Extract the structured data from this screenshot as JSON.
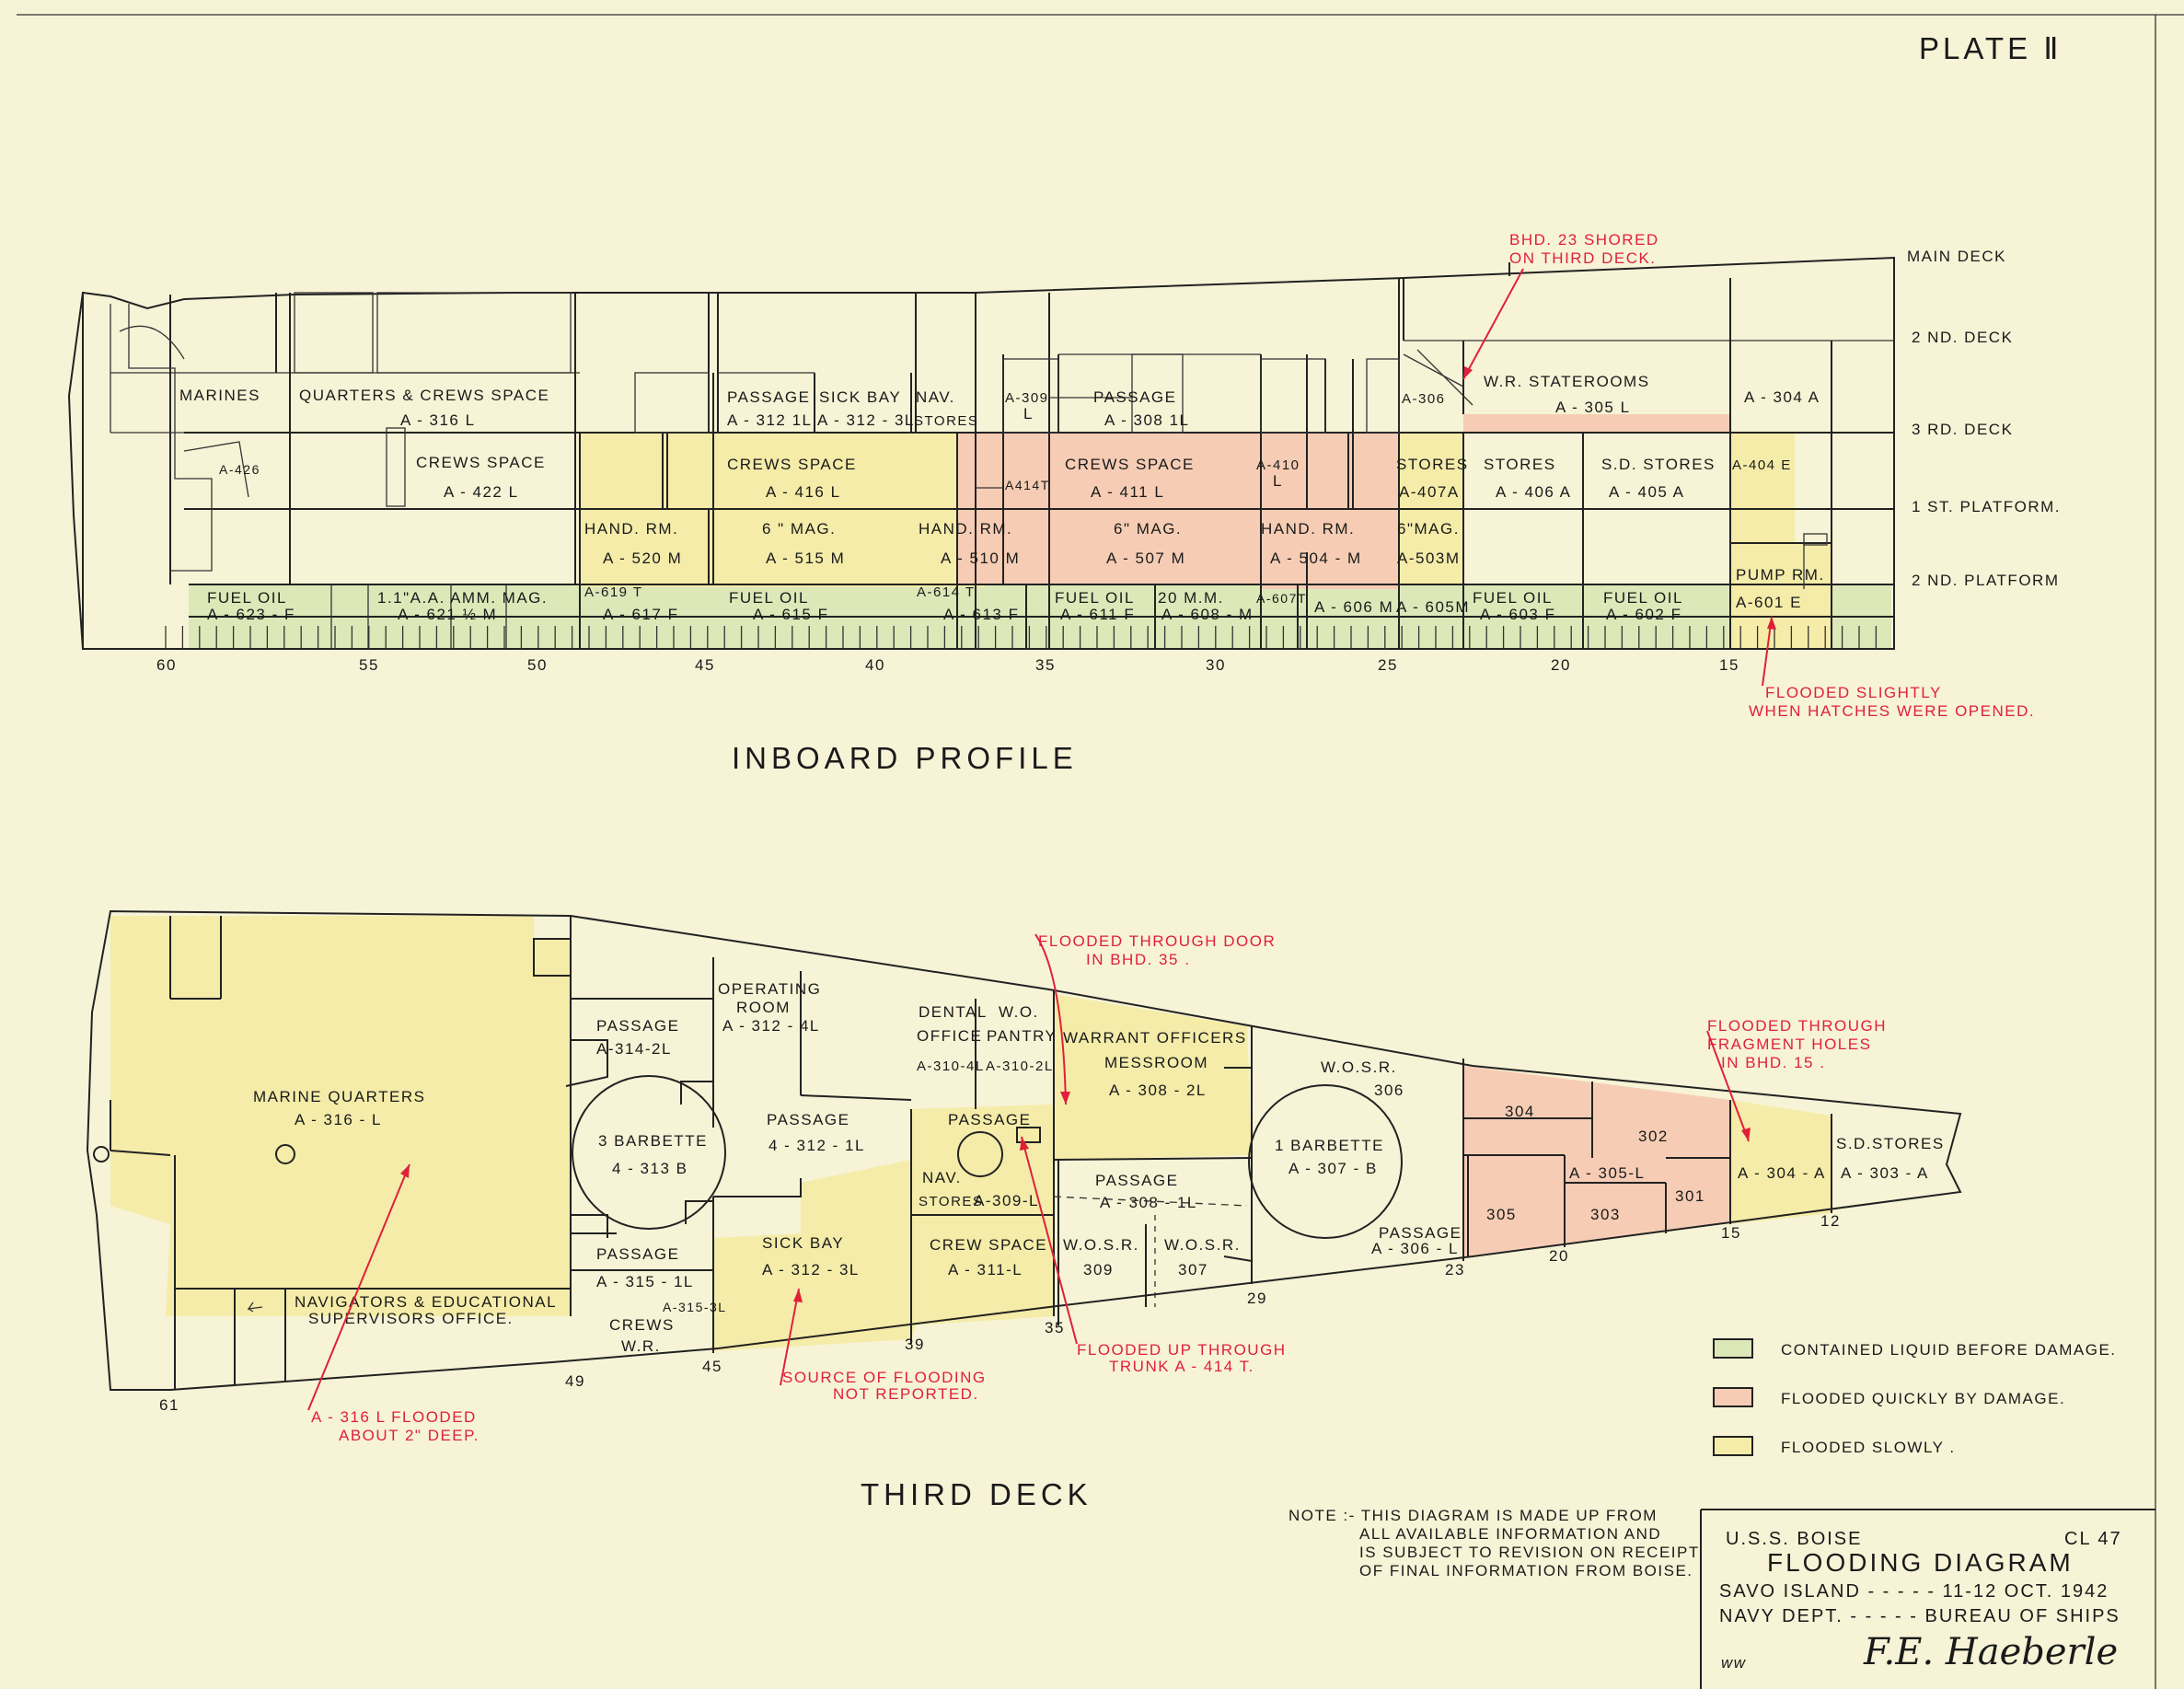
{
  "plate": "PLATE Ⅱ",
  "colors": {
    "paper": "#f7f3d6",
    "contained_liquid": "#dce8b8",
    "flooded_quickly": "#f6cdb4",
    "flooded_slowly": "#f4eca8",
    "annotation_red": "#e0203a"
  },
  "inboard_profile": {
    "title": "INBOARD PROFILE",
    "deck_labels": [
      "MAIN DECK",
      "2 ND. DECK",
      "3 RD. DECK",
      "1 ST. PLATFORM.",
      "2 ND. PLATFORM"
    ],
    "frame_numbers": [
      "60",
      "55",
      "50",
      "45",
      "40",
      "35",
      "30",
      "25",
      "20",
      "15"
    ],
    "rooms": {
      "marines": "MARINES",
      "quarters_crews_space": "QUARTERS & CREWS SPACE",
      "a316l": "A - 316 L",
      "crews_space_422": "CREWS SPACE",
      "a422l": "A - 422 L",
      "a426": "A-426",
      "passage_312": "PASSAGE",
      "a3121l": "A - 312 1L",
      "sick_bay": "SICK BAY",
      "a3123l": "A - 312 - 3L",
      "nav": "NAV.",
      "stores": "STORES",
      "crews_space_416": "CREWS   SPACE",
      "a416l": "A - 416 L",
      "a309": "A-309",
      "l309": "L",
      "a414t": "A414T",
      "passage_308": "PASSAGE",
      "a3081l": "A - 308 1L",
      "crews_space_411": "CREWS   SPACE",
      "a411l": "A - 411 L",
      "a410": "A-410",
      "l410": "L",
      "a306": "A-306",
      "wr_staterooms": "W.R. STATEROOMS",
      "a305l": "A - 305 L",
      "a304a": "A - 304 A",
      "stores_407": "STORES",
      "a407a": "A-407A",
      "stores_406": "STORES",
      "a406a": "A - 406 A",
      "sd_stores": "S.D. STORES",
      "a405a": "A - 405 A",
      "a404e": "A-404 E",
      "hand_rm_1": "HAND.   RM.",
      "a520m": "A - 520 M",
      "mag_515": "6 \" MAG.",
      "a515m": "A - 515 M",
      "hand_rm_2": "HAND.   RM.",
      "a510m": "A - 510 M",
      "mag_507": "6\" MAG.",
      "a507m": "A - 507 M",
      "hand_rm_3": "HAND.   RM.",
      "a504m": "A - 504 - M",
      "mag_503": "6\"MAG.",
      "a503m": "A-503M",
      "pump_rm": "PUMP RM.",
      "a601e": "A-601 E",
      "fuel_oil_623": "FUEL   OIL",
      "a623f": "A - 623 - F",
      "aa_mag": "1.1\"A.A. AMM. MAG.",
      "a621m": "A - 621 ½ M",
      "a619t": "A-619 T",
      "a617f": "A - 617 F",
      "fuel_oil_615": "FUEL      OIL",
      "a615f": "A - 615  F",
      "a614t": "A-614 T",
      "a613f": "A - 613 F",
      "fuel_oil_611": "FUEL OIL",
      "a611f": "A - 611 F",
      "mm20": "20 M.M.",
      "a608m": "A - 608 - M",
      "a607t": "A-607T",
      "a606m": "A - 606 M",
      "a605m": "A - 605M",
      "fuel_oil_603": "FUEL  OIL",
      "a603f": "A - 603 F",
      "fuel_oil_602": "FUEL  OIL",
      "a602f": "A - 602  F"
    },
    "notes": {
      "bhd23": [
        "BHD. 23 SHORED",
        "ON THIRD DECK."
      ],
      "flooded_slightly": [
        "FLOODED  SLIGHTLY",
        "WHEN HATCHES WERE OPENED."
      ]
    }
  },
  "third_deck": {
    "title": "THIRD   DECK",
    "frame_numbers": [
      "61",
      "49",
      "45",
      "39",
      "35",
      "29",
      "23",
      "20",
      "15",
      "12"
    ],
    "rooms": {
      "marine_quarters": "MARINE  QUARTERS",
      "a316l": "A - 316 - L",
      "nav_office_1": "NAVIGATORS & EDUCATIONAL",
      "nav_office_2": "SUPERVISORS  OFFICE.",
      "passage_314": "PASSAGE",
      "a3142l": "A-314-2L",
      "barbette3": "3 BARBETTE",
      "a313b": "4 - 313 B",
      "passage_315": "PASSAGE",
      "a3151l": "A - 315 - 1L",
      "a3153l": "A-315-3L",
      "crews": "CREWS",
      "wr": "W.R.",
      "operating": "OPERATING",
      "room": "ROOM",
      "a3124l": "A - 312 - 4L",
      "passage_312": "PASSAGE",
      "a3121l": "4 - 312 - 1L",
      "sick_bay": "SICK  BAY",
      "a3123l": "A - 312 - 3L",
      "dental": "DENTAL",
      "office": "OFFICE",
      "a3104l": "A-310-4L",
      "wo": "W.O.",
      "pantry": "PANTRY",
      "a3102l": "A-310-2L",
      "passage_309": "PASSAGE",
      "nav": "NAV.",
      "stores": "STORES",
      "a3091l": "A-309-L",
      "crew_space": "CREW  SPACE",
      "a3111l": "A - 311-L",
      "warrant": "WARRANT  OFFICERS",
      "messroom": "MESSROOM",
      "a3082l": "A - 308 - 2L",
      "passage_308": "PASSAGE",
      "a3081l": "A - 308 - 1L",
      "wosr_309a": "W.O.S.R.",
      "wosr_309b": "309",
      "wosr_307a": "W.O.S.R.",
      "wosr_307b": "307",
      "barbette1": "1  BARBETTE",
      "a307b": "A - 307 - B",
      "wosr_306a": "W.O.S.R.",
      "wosr_306b": "306",
      "passage_306": "PASSAGE",
      "a3061l": "A - 306 - L",
      "r304": "304",
      "r302": "302",
      "a305l": "A - 305-L",
      "r301": "301",
      "r305": "305",
      "r303": "303",
      "a304a": "A - 304 - A",
      "sd_stores": "S.D.STORES",
      "a303a": "A - 303 - A"
    },
    "notes": {
      "door35": [
        "FLOODED THROUGH DOOR",
        "IN  BHD. 35 ."
      ],
      "frag15": [
        "FLOODED THROUGH",
        "FRAGMENT HOLES",
        "IN  BHD. 15 ."
      ],
      "trunk": [
        "FLOODED UP THROUGH",
        "TRUNK  A - 414 T."
      ],
      "source": [
        "SOURCE OF FLOODING",
        "NOT REPORTED."
      ],
      "a316flood": [
        "A - 316 L  FLOODED",
        "ABOUT  2\" DEEP."
      ]
    }
  },
  "legend": [
    {
      "label": "CONTAINED  LIQUID  BEFORE  DAMAGE.",
      "color": "#dce8b8"
    },
    {
      "label": "FLOODED  QUICKLY  BY  DAMAGE.",
      "color": "#f6cdb4"
    },
    {
      "label": "FLOODED  SLOWLY .",
      "color": "#f4eca8"
    }
  ],
  "note": [
    "NOTE :-  THIS DIAGRAM IS MADE UP FROM",
    "ALL AVAILABLE INFORMATION AND",
    "IS SUBJECT TO REVISION ON RECEIPT",
    "OF FINAL INFORMATION  FROM BOISE."
  ],
  "title_block": {
    "ship": "U.S.S. BOISE",
    "hull": "CL 47",
    "title": "FLOODING  DIAGRAM",
    "line1": "SAVO ISLAND - - - - -  11-12 OCT. 1942",
    "line2": "NAVY DEPT. - - - - -   BUREAU OF SHIPS",
    "signature": "F.E. Haeberle",
    "initials": "ww"
  }
}
